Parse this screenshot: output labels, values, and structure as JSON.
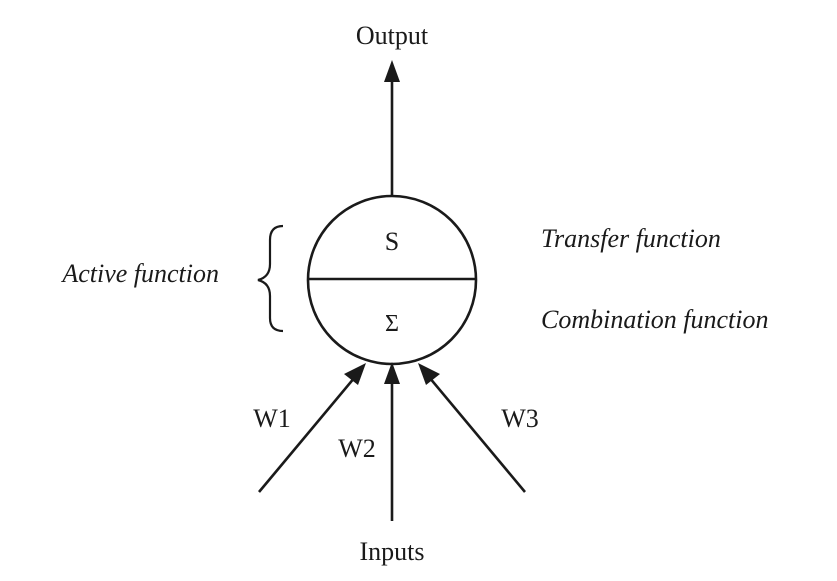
{
  "output_label": "Output",
  "inputs_label": "Inputs",
  "neuron": {
    "top_symbol": "S",
    "bottom_symbol": "Σ"
  },
  "annotations": {
    "transfer_function": "Transfer function",
    "combination_function": "Combination function",
    "active_function": "Active function"
  },
  "weights": [
    "W1",
    "W2",
    "W3"
  ]
}
